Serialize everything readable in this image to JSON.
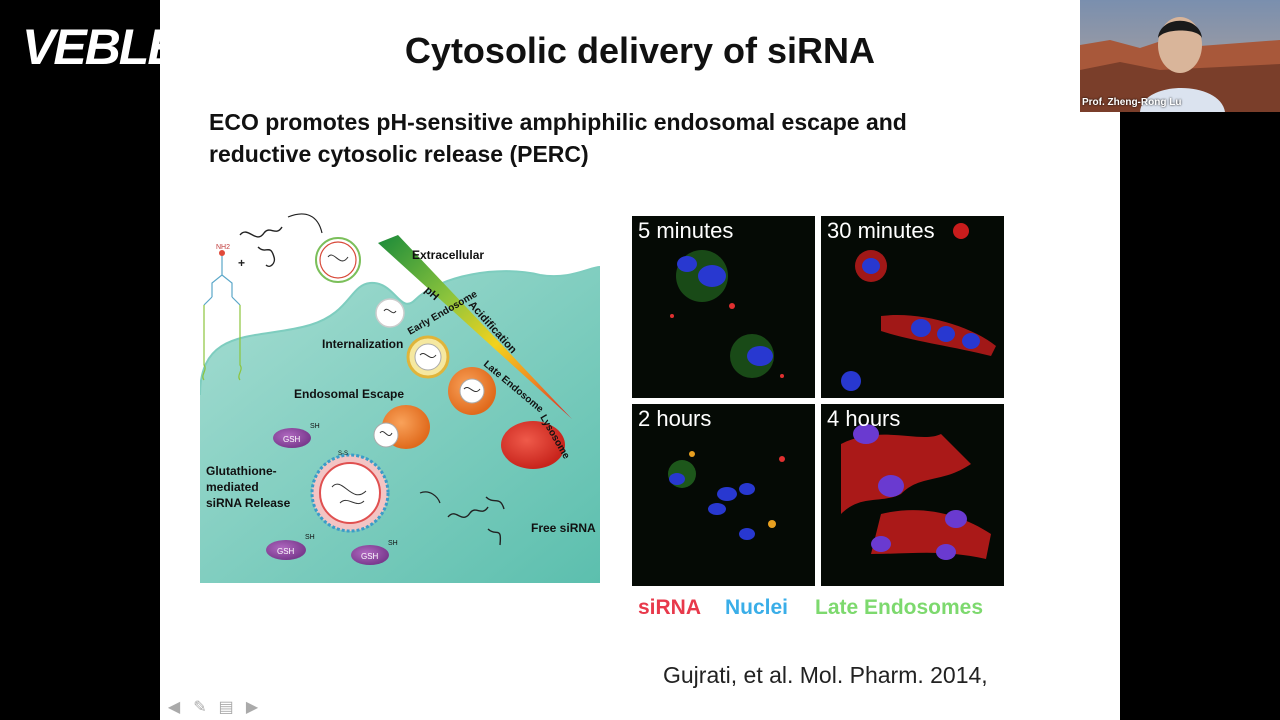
{
  "logo": {
    "text": "VEBLEO"
  },
  "slide": {
    "title": "Cytosolic delivery of siRNA",
    "subtitle_line1": "ECO promotes pH-sensitive amphiphilic endosomal escape and",
    "subtitle_line2": "reductive cytosolic release (PERC)",
    "diagram_labels": {
      "extracellular": "Extracellular",
      "ph": "pH",
      "acidification": "Acidification",
      "internalization": "Internalization",
      "early_endosome": "Early Endosome",
      "late_endosome": "Late Endosome",
      "lysosome": "Lysosome",
      "endosomal_escape": "Endosomal Escape",
      "glutathione_line1": "Glutathione-",
      "glutathione_line2": "mediated",
      "glutathione_line3": "siRNA Release",
      "free_sirna": "Free siRNA",
      "gsh": "GSH",
      "sh": "SH",
      "nh2": "NH2",
      "ss": "S-S"
    },
    "panels": [
      {
        "label": "5 minutes"
      },
      {
        "label": "30 minutes"
      },
      {
        "label": "2 hours"
      },
      {
        "label": "4 hours"
      }
    ],
    "legend": {
      "sirna": "siRNA",
      "nuclei": "Nuclei",
      "late_endosomes": "Late Endosomes",
      "colors": {
        "sirna": "#e8394b",
        "nuclei": "#3aaee8",
        "late_endosomes": "#7dd96e"
      }
    },
    "citation": "Gujrati, et al. Mol. Pharm. 2014,"
  },
  "navigation": {
    "icons": [
      "arrow-left-icon",
      "pen-icon",
      "menu-icon",
      "arrow-right-icon"
    ]
  },
  "webcam": {
    "speaker_name": "Prof. Zheng-Rong Lu"
  }
}
